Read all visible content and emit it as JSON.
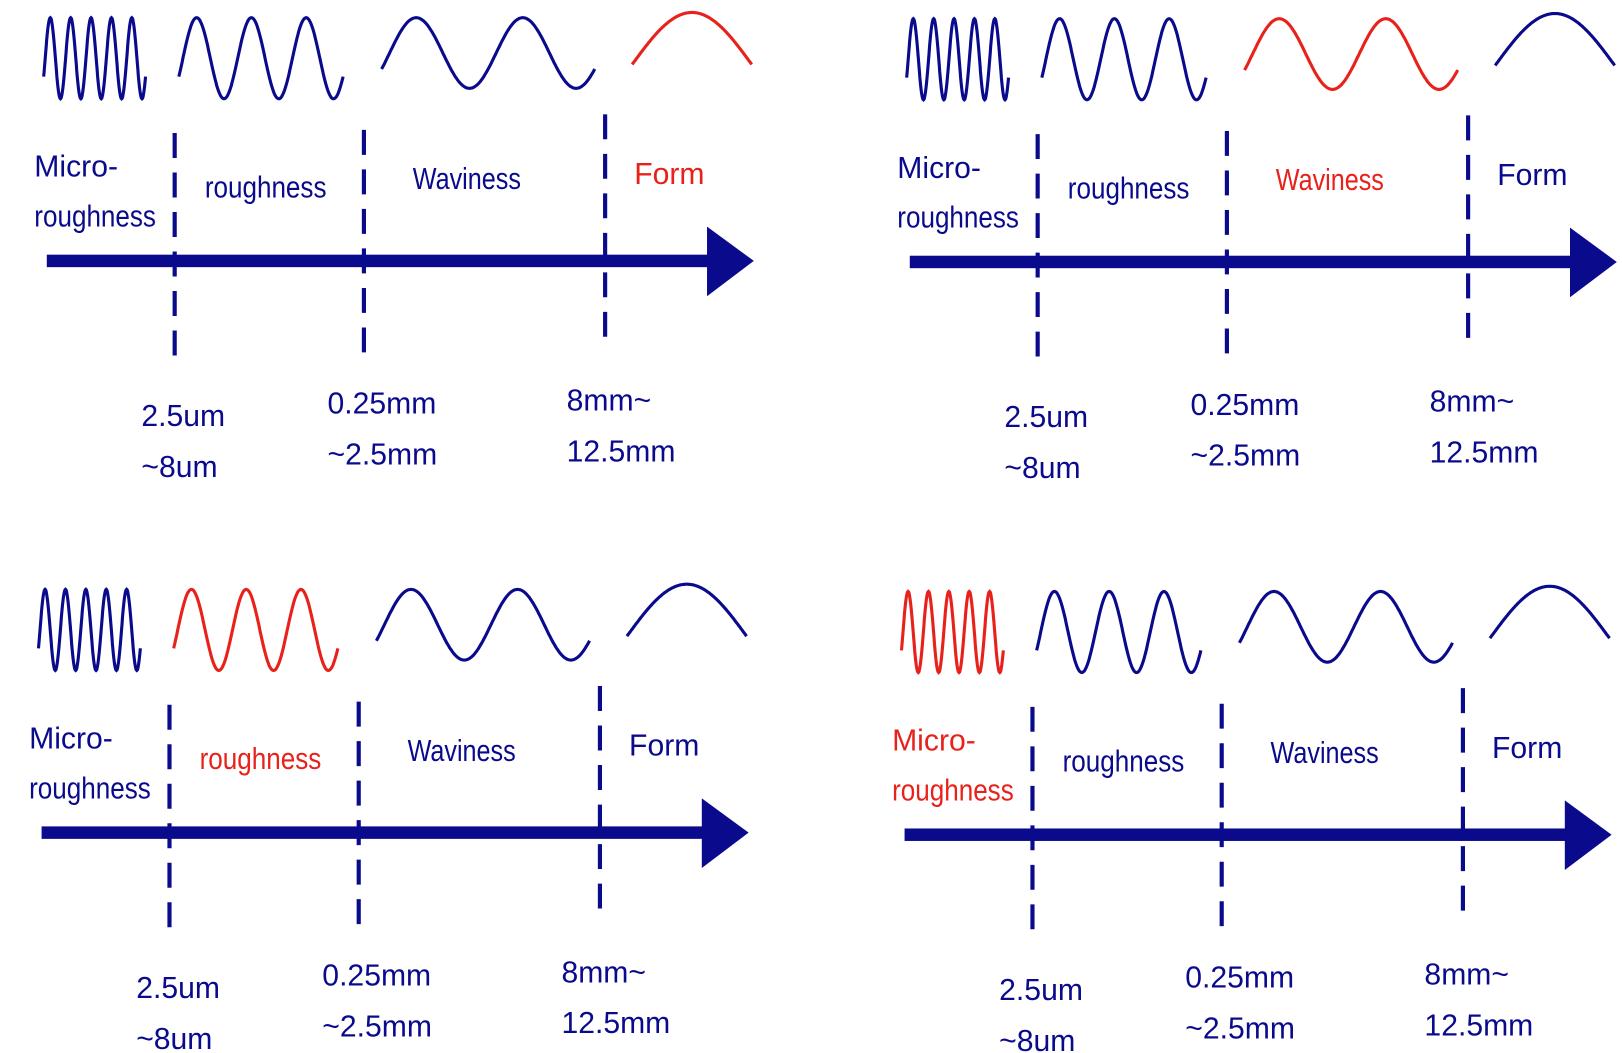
{
  "colors": {
    "primary": "#0a0a8c",
    "highlight": "#e8221b",
    "background": "#ffffff"
  },
  "bands": [
    {
      "lines": [
        "Micro-",
        "roughness"
      ],
      "wave_cycles": 5
    },
    {
      "lines": [
        "roughness"
      ],
      "wave_cycles": 3
    },
    {
      "lines": [
        "Waviness"
      ],
      "wave_cycles": 2
    },
    {
      "lines": [
        "Form"
      ],
      "wave_cycles": 0.5
    }
  ],
  "thresholds": [
    {
      "lines": [
        "2.5um",
        "~8um"
      ]
    },
    {
      "lines": [
        "0.25mm",
        "~2.5mm"
      ]
    },
    {
      "lines": [
        "8mm~",
        "12.5mm"
      ]
    }
  ],
  "panels": [
    {
      "highlight_band_index": 3
    },
    {
      "highlight_band_index": 2
    },
    {
      "highlight_band_index": 1
    },
    {
      "highlight_band_index": 0
    }
  ]
}
